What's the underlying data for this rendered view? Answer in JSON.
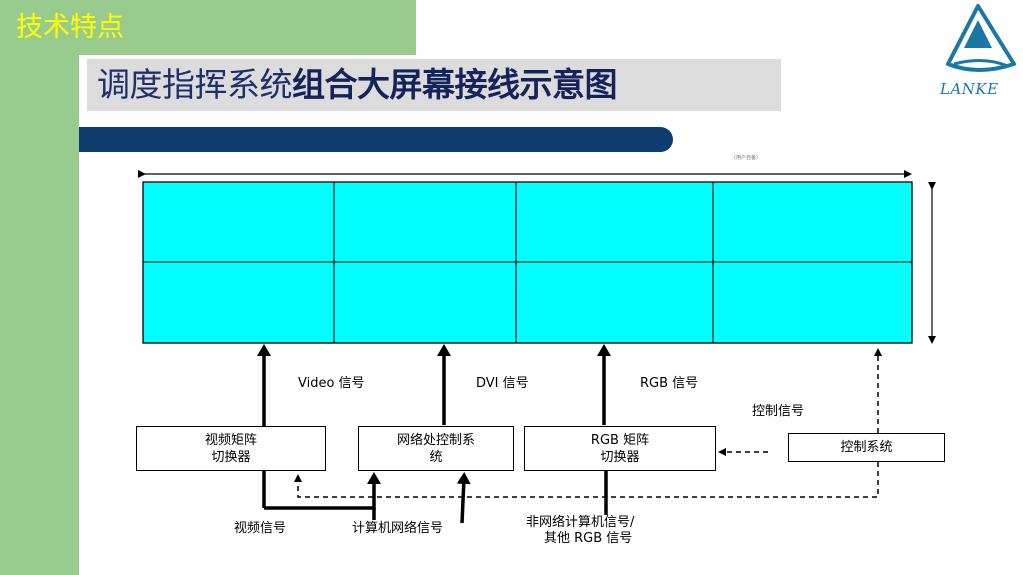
{
  "header": {
    "section_title": "技术特点",
    "title_part1": "调度指挥系统",
    "title_part2": "组合大屏幕接线示意图"
  },
  "logo": {
    "text": "LANKE",
    "icon": "triangle-logo-icon"
  },
  "diagram": {
    "top_note": "(用户自备)",
    "screen": {
      "rows": 2,
      "cols": 4,
      "color": "#00ffff"
    },
    "signal_labels": {
      "video": "Video 信号",
      "dvi": "DVI 信号",
      "rgb": "RGB 信号",
      "control": "控制信号"
    },
    "boxes": {
      "video_matrix": [
        "视频矩阵",
        "切换器"
      ],
      "network_control": [
        "网络处控制系",
        "统"
      ],
      "rgb_matrix": [
        "RGB 矩阵",
        "切换器"
      ],
      "control_system": "控制系统"
    },
    "inputs": {
      "video": "视频信号",
      "computer_network": "计算机网络信号",
      "non_network": [
        "非网络计算机信号/",
        "其他 RGB 信号"
      ]
    }
  },
  "colors": {
    "green": "#9acb8e",
    "yellow_title": "#ffff00",
    "navy_bar": "#0f3c6f",
    "title_text": "#1f2f6a",
    "screen_cyan": "#00ffff",
    "logo_blue": "#1b78a5"
  }
}
